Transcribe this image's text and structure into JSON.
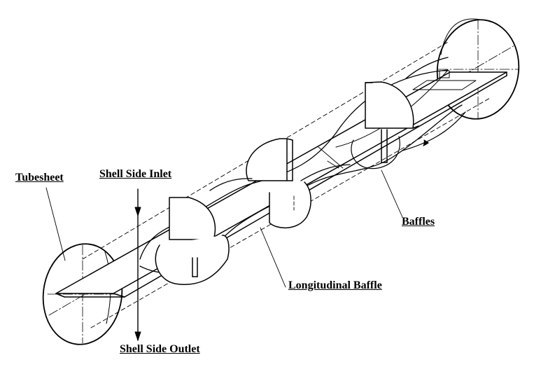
{
  "labels": {
    "tubesheet": "Tubesheet",
    "shell_side_inlet": "Shell Side Inlet",
    "shell_side_outlet": "Shell Side Outlet",
    "baffles": "Baffles",
    "longitudinal_baffle": "Longitudinal Baffle"
  },
  "colors": {
    "line": "#000000",
    "background": "#ffffff"
  }
}
